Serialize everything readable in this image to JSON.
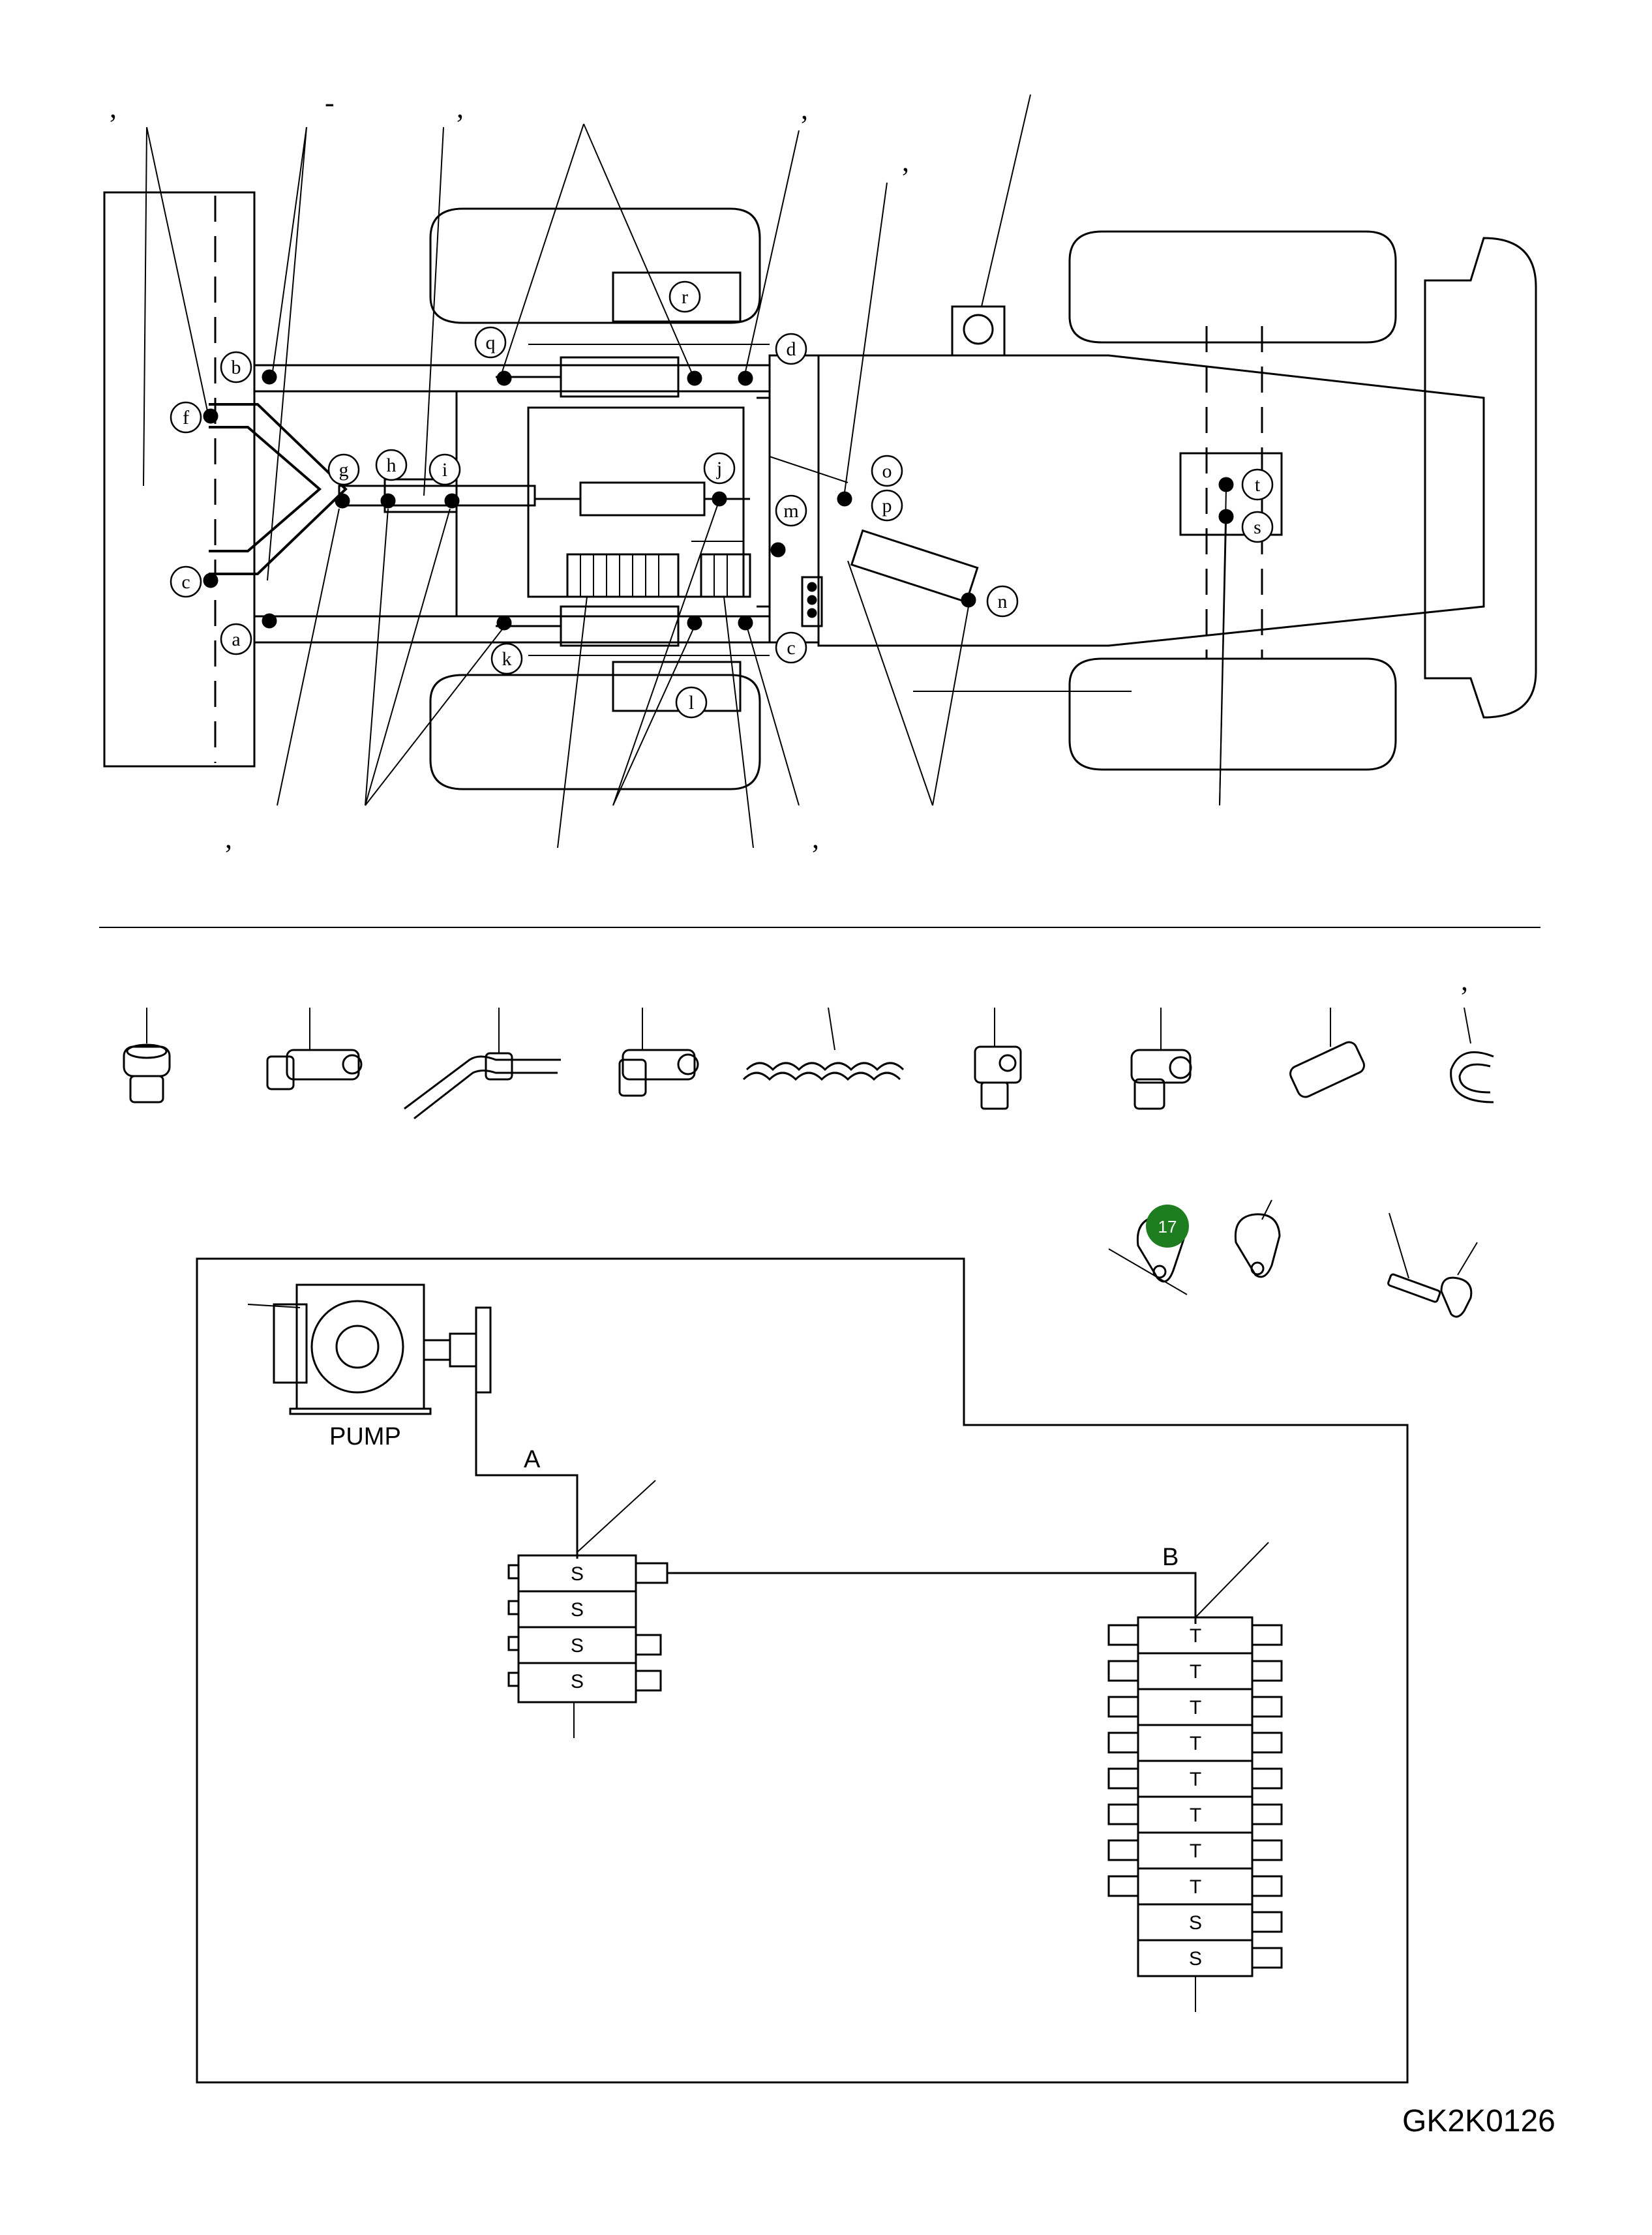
{
  "drawing": {
    "code": "GK2K0126",
    "pump_label": "PUMP",
    "line_a_label": "A",
    "line_b_label": "B",
    "callout_number": "17",
    "callout_color": "#1e7d1e",
    "accent_color": "#000000",
    "bubble_letters": [
      "a",
      "b",
      "c",
      "c",
      "d",
      "f",
      "g",
      "h",
      "i",
      "j",
      "k",
      "l",
      "m",
      "n",
      "o",
      "p",
      "q",
      "r",
      "s",
      "t"
    ],
    "leader_marks": [
      ",",
      "-",
      ",",
      ",",
      ",",
      ",",
      ",",
      ","
    ],
    "left_block_labels": [
      "S",
      "S",
      "S",
      "S"
    ],
    "right_block_labels": [
      "T",
      "T",
      "T",
      "T",
      "T",
      "T",
      "T",
      "T",
      "S",
      "S"
    ]
  }
}
